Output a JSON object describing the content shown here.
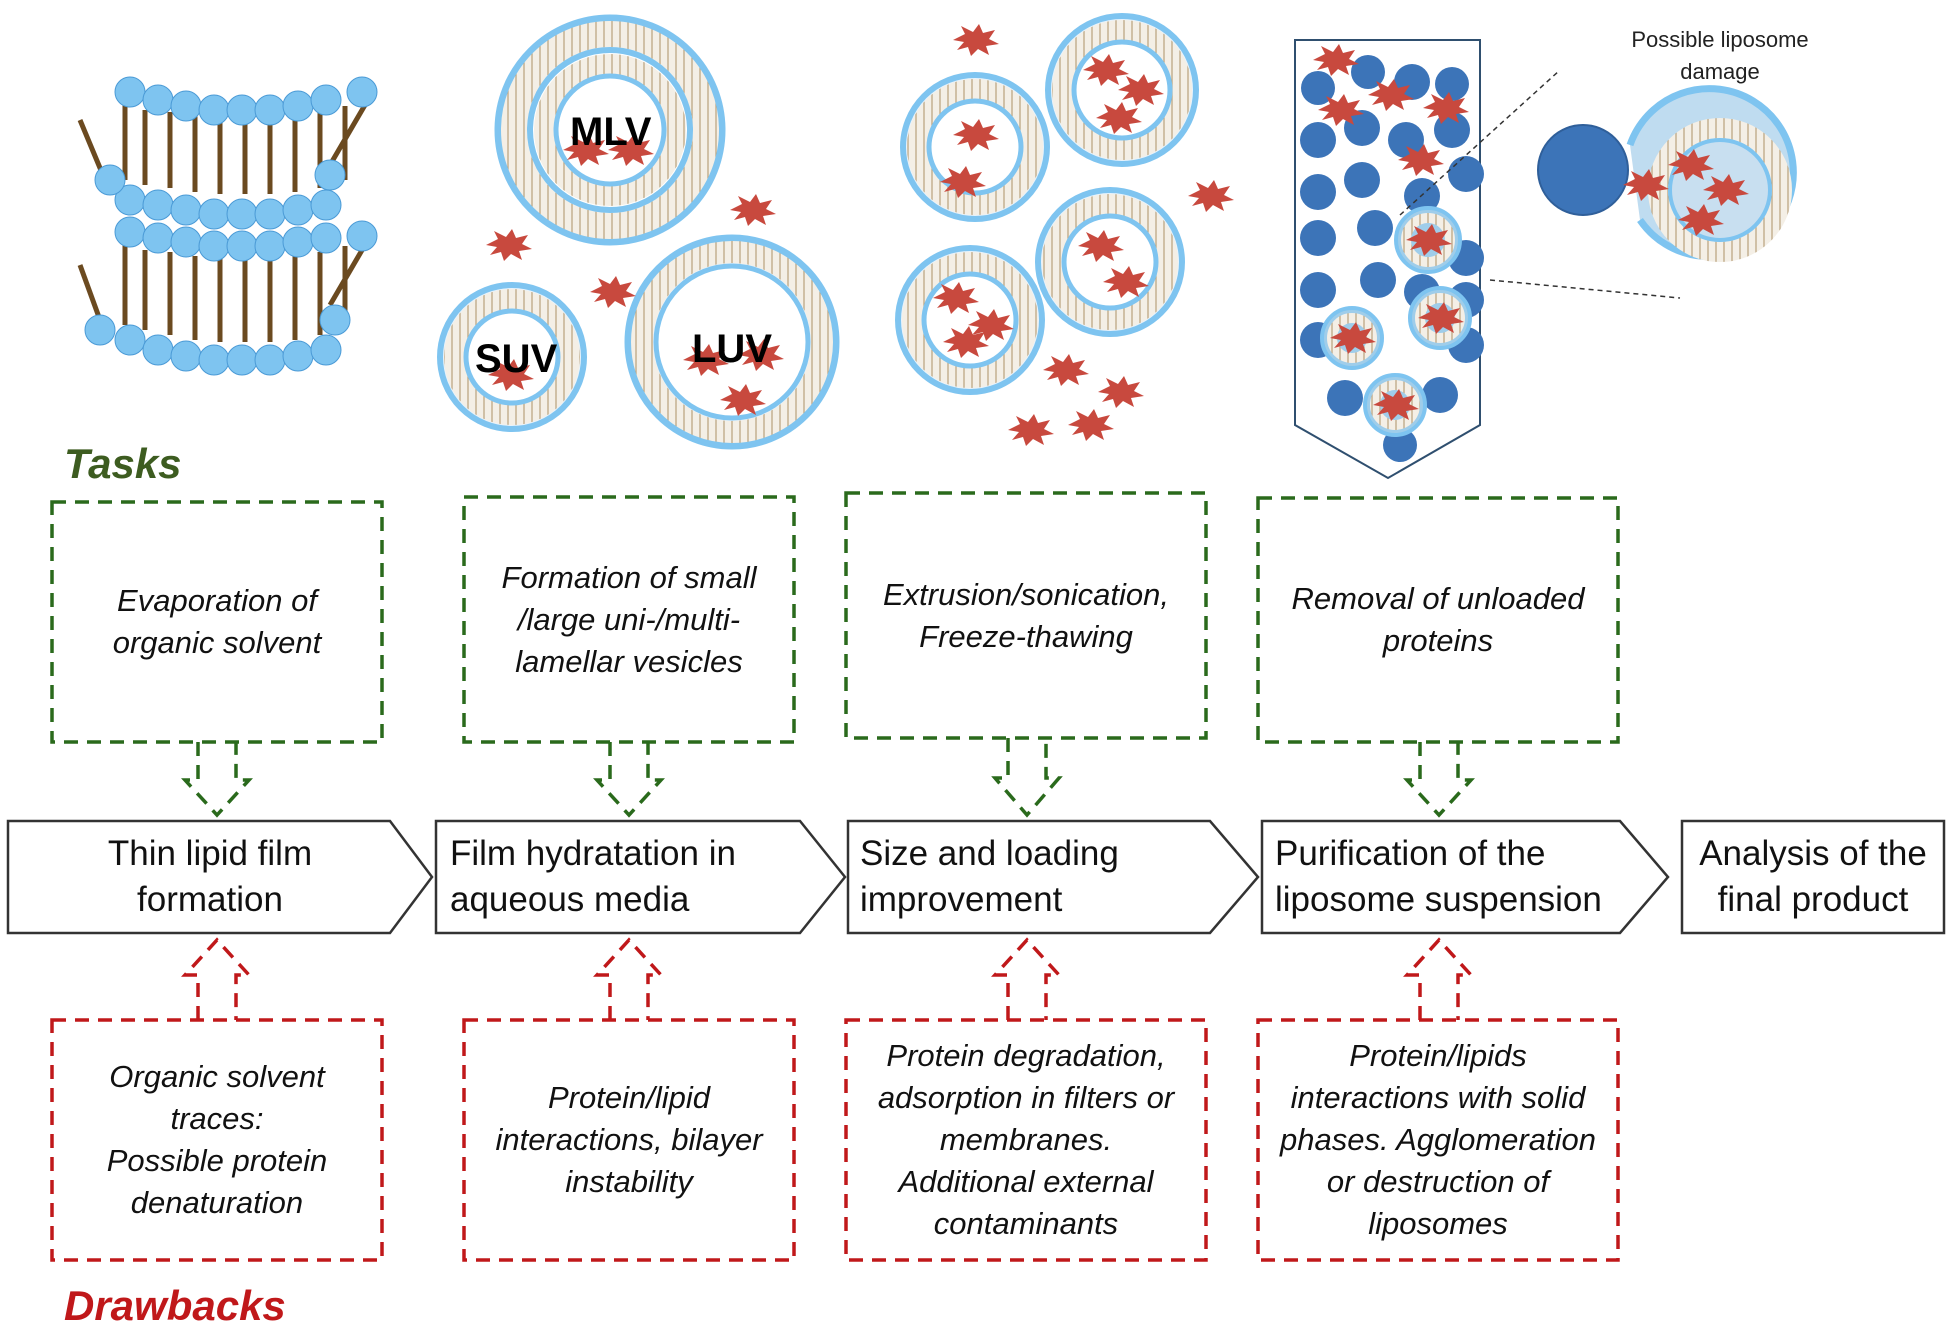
{
  "colors": {
    "task": "#2a6a1c",
    "drawback": "#c0181a",
    "lipid_head": "#7ec4f0",
    "lipid_tail": "#6b4a20",
    "protein": "#c8493e",
    "particle": "#3c74b8",
    "tasks_heading": "#3d5c20",
    "drawbacks_heading": "#c0181a"
  },
  "headings": {
    "tasks": "Tasks",
    "drawbacks": "Drawbacks"
  },
  "vesicle_labels": {
    "mlv": "MLV",
    "suv": "SUV",
    "luv": "LUV"
  },
  "note": "Possible liposome\ndamage",
  "stages": [
    {
      "label": "Thin lipid film\nformation",
      "task": "Evaporation of\norganic solvent",
      "drawback": "Organic solvent\ntraces:\nPossible protein\ndenaturation"
    },
    {
      "label": "Film hydratation in\naqueous media",
      "task": "Formation of small\n/large uni-/multi-\nlamellar vesicles",
      "drawback": "Protein/lipid\ninteractions, bilayer\ninstability"
    },
    {
      "label": "Size and loading\nimprovement",
      "task": "Extrusion/sonication,\nFreeze-thawing",
      "drawback": "Protein degradation,\nadsorption in filters or\nmembranes.\nAdditional external\ncontaminants"
    },
    {
      "label": "Purification  of the\nliposome suspension",
      "task": "Removal of unloaded\nproteins",
      "drawback": "Protein/lipids\ninteractions with solid\nphases. Agglomeration\nor destruction of\nliposomes"
    },
    {
      "label": "Analysis of the\nfinal product"
    }
  ]
}
